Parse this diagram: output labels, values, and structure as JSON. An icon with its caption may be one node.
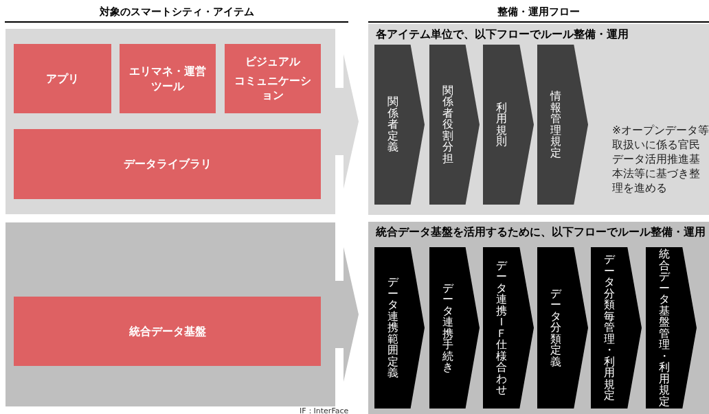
{
  "diagram": {
    "nodes": [
      {
        "text": [],
        "shape": "box"
      },
      {
        "text": [
          "アプリ"
        ],
        "in": 0
      },
      {
        "text": [
          "エリマネ・運営ツール"
        ],
        "in": 0
      },
      {
        "text": [
          "ビジュアル",
          "コミュニケーション"
        ],
        "in": 0
      },
      {
        "text": [
          "データライブラリ"
        ],
        "in": 0
      },
      {
        "text": [],
        "shape": "box"
      },
      {
        "text": [
          "統合データ基盤"
        ],
        "in": 5
      },
      {
        "text": [
          "各アイテム単位で、以下フローでルール整備・運用",
          "※オープンデータ等取扱いに係る官民データ活用推進基本法等に基づき整理を進める"
        ]
      },
      {
        "text": [
          "関係者定義"
        ],
        "in": 7
      },
      {
        "text": [
          "関係者役割分担"
        ],
        "in": 7
      },
      {
        "text": [
          "利用規則"
        ],
        "in": 7
      },
      {
        "text": [
          "情報管理規定"
        ],
        "in": 7
      },
      {
        "text": [
          "統合データ基盤を活用するために、以下フローでルール整備・運用"
        ]
      },
      {
        "text": [
          "データ連携範囲定義"
        ],
        "in": 12
      },
      {
        "text": [
          "データ連携手続き"
        ],
        "in": 12
      },
      {
        "text": [
          "データ連携ＩＦ仕様合わせ"
        ],
        "in": 12
      },
      {
        "text": [
          "データ分類定義"
        ],
        "in": 12
      },
      {
        "text": [
          "データ分類毎管理・利用規定"
        ],
        "in": 12
      },
      {
        "text": [
          "統合データ基盤管理・利用規定"
        ],
        "in": 12
      }
    ],
    "edges": [
      {
        "from": 0,
        "to": 7,
        "arrow": "to"
      },
      {
        "from": 5,
        "to": 12,
        "arrow": "to"
      }
    ],
    "labels": [
      "対象のスマートシティ・アイテム",
      "整備・運用フロー",
      "IF：InterFace"
    ]
  }
}
